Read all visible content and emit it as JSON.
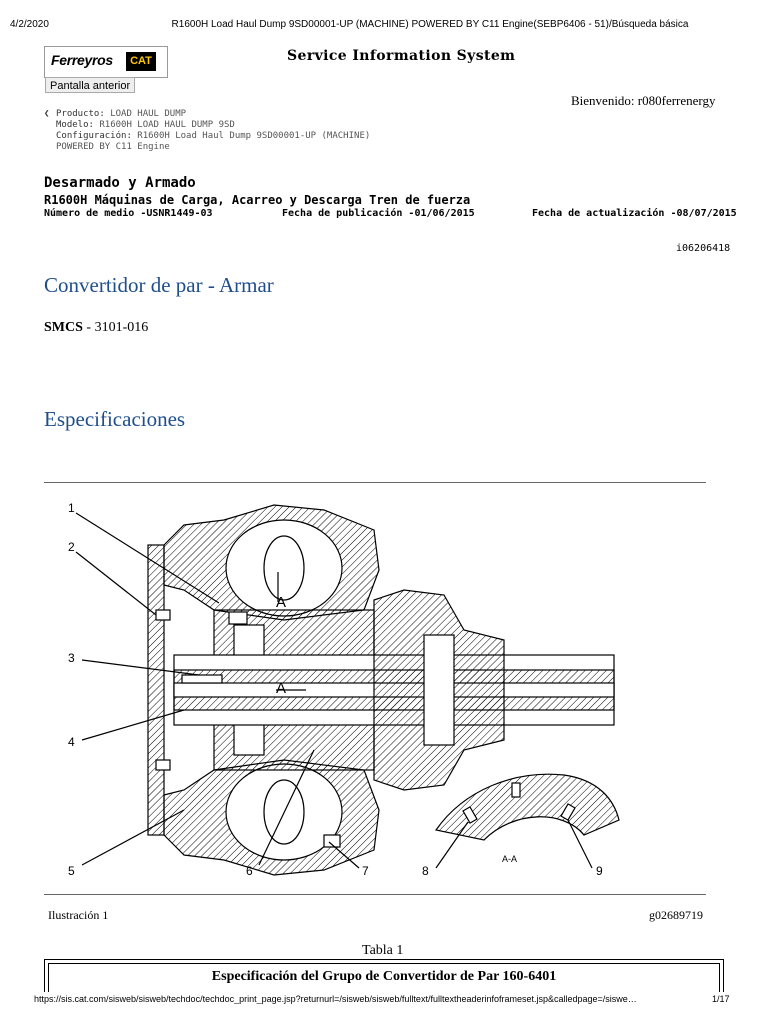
{
  "print_header": {
    "date": "4/2/2020",
    "title": "R1600H Load Haul Dump 9SD00001-UP (MACHINE) POWERED BY C11 Engine(SEBP6406 - 51)/Búsqueda básica"
  },
  "header": {
    "logo_text": "Ferreyros",
    "logo_badge": "CAT",
    "back_label": "Pantalla anterior",
    "system_title": "Service Information System",
    "welcome": "Bienvenido: r080ferrenergy"
  },
  "breadcrumb": {
    "producto_label": "Producto:",
    "producto_value": "LOAD HAUL DUMP",
    "modelo_label": "Modelo:",
    "modelo_value": "R1600H LOAD HAUL DUMP 9SD",
    "config_label": "Configuración:",
    "config_value": "R1600H Load Haul Dump 9SD00001-UP (MACHINE)",
    "config_value2": "POWERED BY C11 Engine"
  },
  "document": {
    "category": "Desarmado y Armado",
    "subtitle": "R1600H Máquinas de Carga, Acarreo y Descarga Tren de fuerza",
    "media_number": "Número de medio -USNR1449-03",
    "publication_date": "Fecha de publicación -01/06/2015",
    "update_date": "Fecha de actualización -08/07/2015",
    "ref_id": "i06206418",
    "heading": "Convertidor de par - Armar",
    "smcs_label": "SMCS",
    "smcs_value": " - 3101-016",
    "section": "Especificaciones"
  },
  "figure": {
    "callouts": [
      "1",
      "2",
      "3",
      "4",
      "5",
      "6",
      "7",
      "8",
      "9"
    ],
    "section_letter": "A",
    "section_label": "A-A",
    "caption_left": "Ilustración 1",
    "caption_right": "g02689719"
  },
  "table": {
    "label": "Tabla 1",
    "title": "Especificación del Grupo de Convertidor de Par 160-6401"
  },
  "footer": {
    "url": "https://sis.cat.com/sisweb/sisweb/techdoc/techdoc_print_page.jsp?returnurl=/sisweb/sisweb/fulltext/fulltextheaderinfoframeset.jsp&calledpage=/siswe…",
    "page": "1/17"
  }
}
